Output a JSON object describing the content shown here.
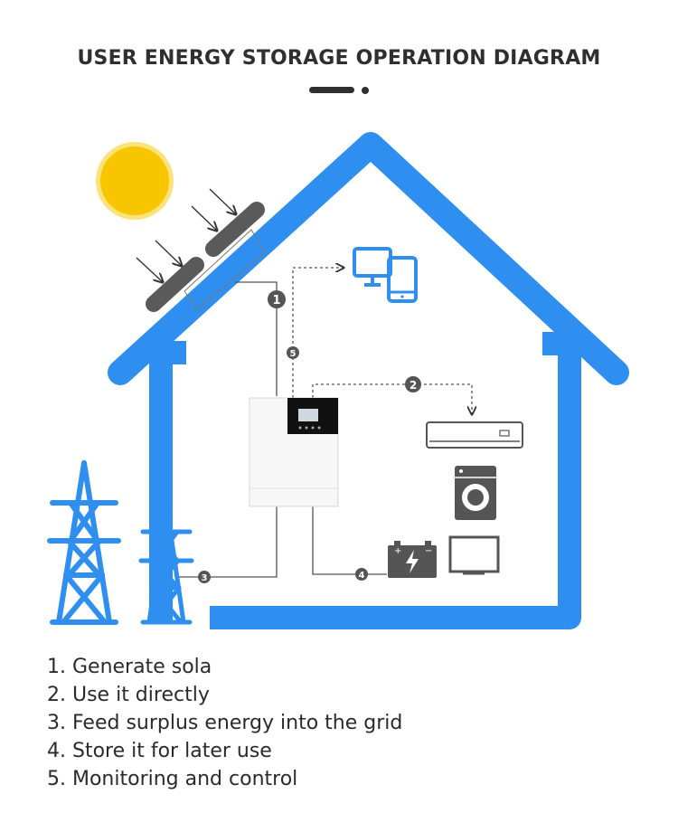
{
  "title": "USER ENERGY STORAGE OPERATION DIAGRAM",
  "colors": {
    "house": "#2f8ff0",
    "sun": "#f7c600",
    "sun_glow": "#fbe37a",
    "panel": "#5a5a5a",
    "appliance": "#555555",
    "tower": "#2f8ff0",
    "line": "#444444"
  },
  "markers": [
    "1",
    "2",
    "3",
    "4",
    "5"
  ],
  "icons": [
    "sun-icon",
    "solar-panel-icon",
    "monitor-icon",
    "smartphone-icon",
    "inverter-icon",
    "air-conditioner-icon",
    "washing-machine-icon",
    "battery-icon",
    "tv-icon",
    "power-tower-icon"
  ],
  "steps": [
    "1. Generate sola",
    "2. Use it directly",
    "3. Feed surplus energy into the grid",
    "4. Store it for later use",
    "5. Monitoring and control"
  ]
}
